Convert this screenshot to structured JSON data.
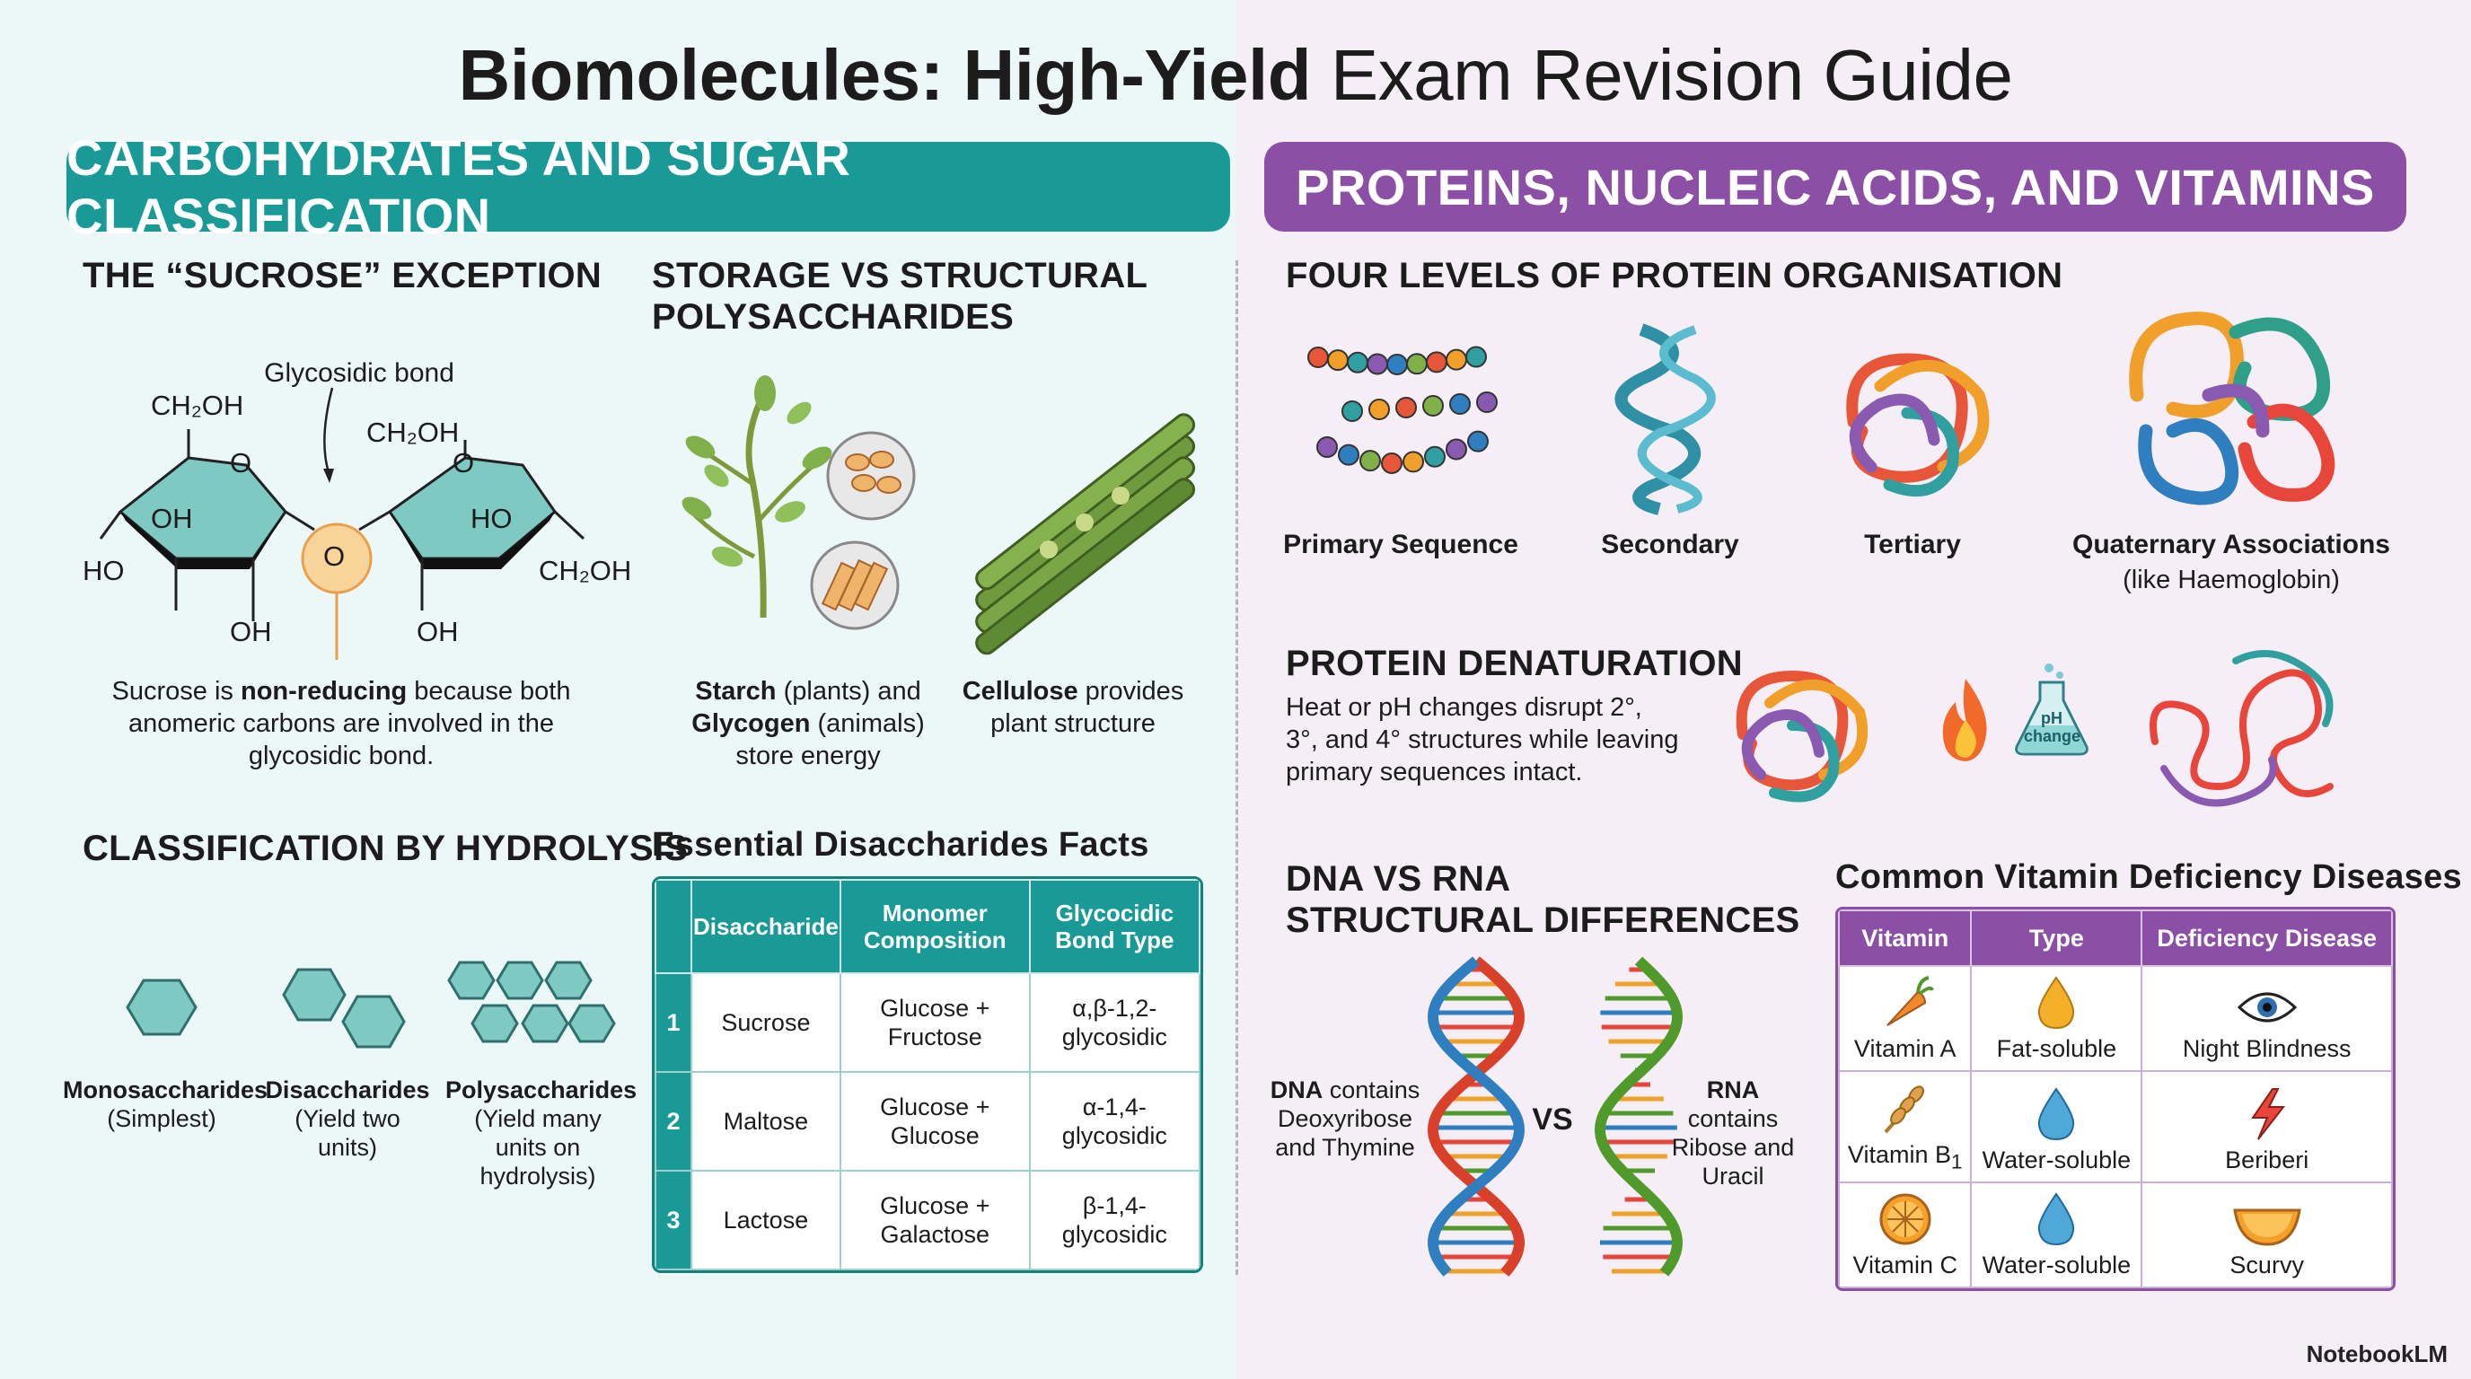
{
  "title": {
    "bold": "Biomolecules: High-Yield",
    "regular": "Exam Revision Guide"
  },
  "left_banner": "CARBOHYDRATES AND SUGAR CLASSIFICATION",
  "right_banner": "PROTEINS, NUCLEIC ACIDS, AND VITAMINS",
  "sucrose": {
    "heading": "THE “SUCROSE” EXCEPTION",
    "bond_label": "Glycosidic bond",
    "labels": {
      "ch2oh": "CH₂OH",
      "o": "O",
      "oh": "OH",
      "ho": "HO"
    },
    "caption_1": "Sucrose is ",
    "caption_bold": "non-reducing",
    "caption_2": " because both anomeric carbons are involved in the glycosidic bond."
  },
  "storage": {
    "heading_1": "STORAGE VS STRUCTURAL",
    "heading_2": "POLYSACCHARIDES",
    "starch_bold": "Starch",
    "starch_1": " (plants) and",
    "glycogen_bold": "Glycogen",
    "glycogen_1": " (animals)",
    "store": "store energy",
    "cellulose_bold": "Cellulose",
    "cellulose_1": " provides",
    "cellulose_2": "plant structure"
  },
  "hydrolysis": {
    "heading": "CLASSIFICATION BY HYDROLYSIS",
    "items": [
      {
        "name": "Monosaccharides",
        "desc": "(Simplest)"
      },
      {
        "name": "Disaccharides",
        "desc": "(Yield two units)"
      },
      {
        "name": "Polysaccharides",
        "desc": "(Yield many units on hydrolysis)"
      }
    ]
  },
  "disaccharides": {
    "heading": "Essential Disaccharides Facts",
    "headers": [
      "Disaccharide",
      "Monomer Composition",
      "Glycocidic Bond Type"
    ],
    "rows": [
      {
        "n": "1",
        "name": "Sucrose",
        "comp": "Glucose + Fructose",
        "bond": "α,β-1,2-glycosidic"
      },
      {
        "n": "2",
        "name": "Maltose",
        "comp": "Glucose + Glucose",
        "bond": "α-1,4-glycosidic"
      },
      {
        "n": "3",
        "name": "Lactose",
        "comp": "Glucose + Galactose",
        "bond": "β-1,4-glycosidic"
      }
    ]
  },
  "protein_levels": {
    "heading": "FOUR LEVELS OF PROTEIN ORGANISATION",
    "levels": [
      {
        "name": "Primary Sequence",
        "sub": ""
      },
      {
        "name": "Secondary",
        "sub": ""
      },
      {
        "name": "Tertiary",
        "sub": ""
      },
      {
        "name": "Quaternary Associations",
        "sub": "(like Haemoglobin)"
      }
    ]
  },
  "denaturation": {
    "heading": "PROTEIN DENATURATION",
    "text": "Heat or pH changes disrupt 2°, 3°, and 4° structures while leaving primary sequences intact.",
    "flask_1": "pH",
    "flask_2": "change"
  },
  "dna_rna": {
    "heading_1": "DNA VS RNA",
    "heading_2": "STRUCTURAL DIFFERENCES",
    "dna_bold": "DNA",
    "dna_text": " contains Deoxyribose and Thymine",
    "vs": "VS",
    "rna_bold": "RNA",
    "rna_text": " contains Ribose and Uracil"
  },
  "vitamins": {
    "heading": "Common Vitamin Deficiency Diseases",
    "headers": [
      "Vitamin",
      "Type",
      "Deficiency Disease"
    ],
    "rows": [
      {
        "vitamin": "Vitamin A",
        "type": "Fat-soluble",
        "disease": "Night Blindness",
        "vitamin_icon": "carrot-icon",
        "type_icon": "oil-drop-icon",
        "disease_icon": "eye-icon"
      },
      {
        "vitamin": "Vitamin B",
        "sub": "1",
        "type": "Water-soluble",
        "disease": "Beriberi",
        "vitamin_icon": "wheat-icon",
        "type_icon": "water-drop-icon",
        "disease_icon": "nerve-bolt-icon"
      },
      {
        "vitamin": "Vitamin C",
        "type": "Water-soluble",
        "disease": "Scurvy",
        "vitamin_icon": "orange-slice-icon",
        "type_icon": "water-drop-icon",
        "disease_icon": "orange-wedge-icon"
      }
    ]
  },
  "brand": "NotebookLM",
  "colors": {
    "teal": "#1a9a96",
    "purple": "#8b4fa6",
    "left_bg": "#ecf7f8",
    "right_bg": "#f6eef6"
  }
}
